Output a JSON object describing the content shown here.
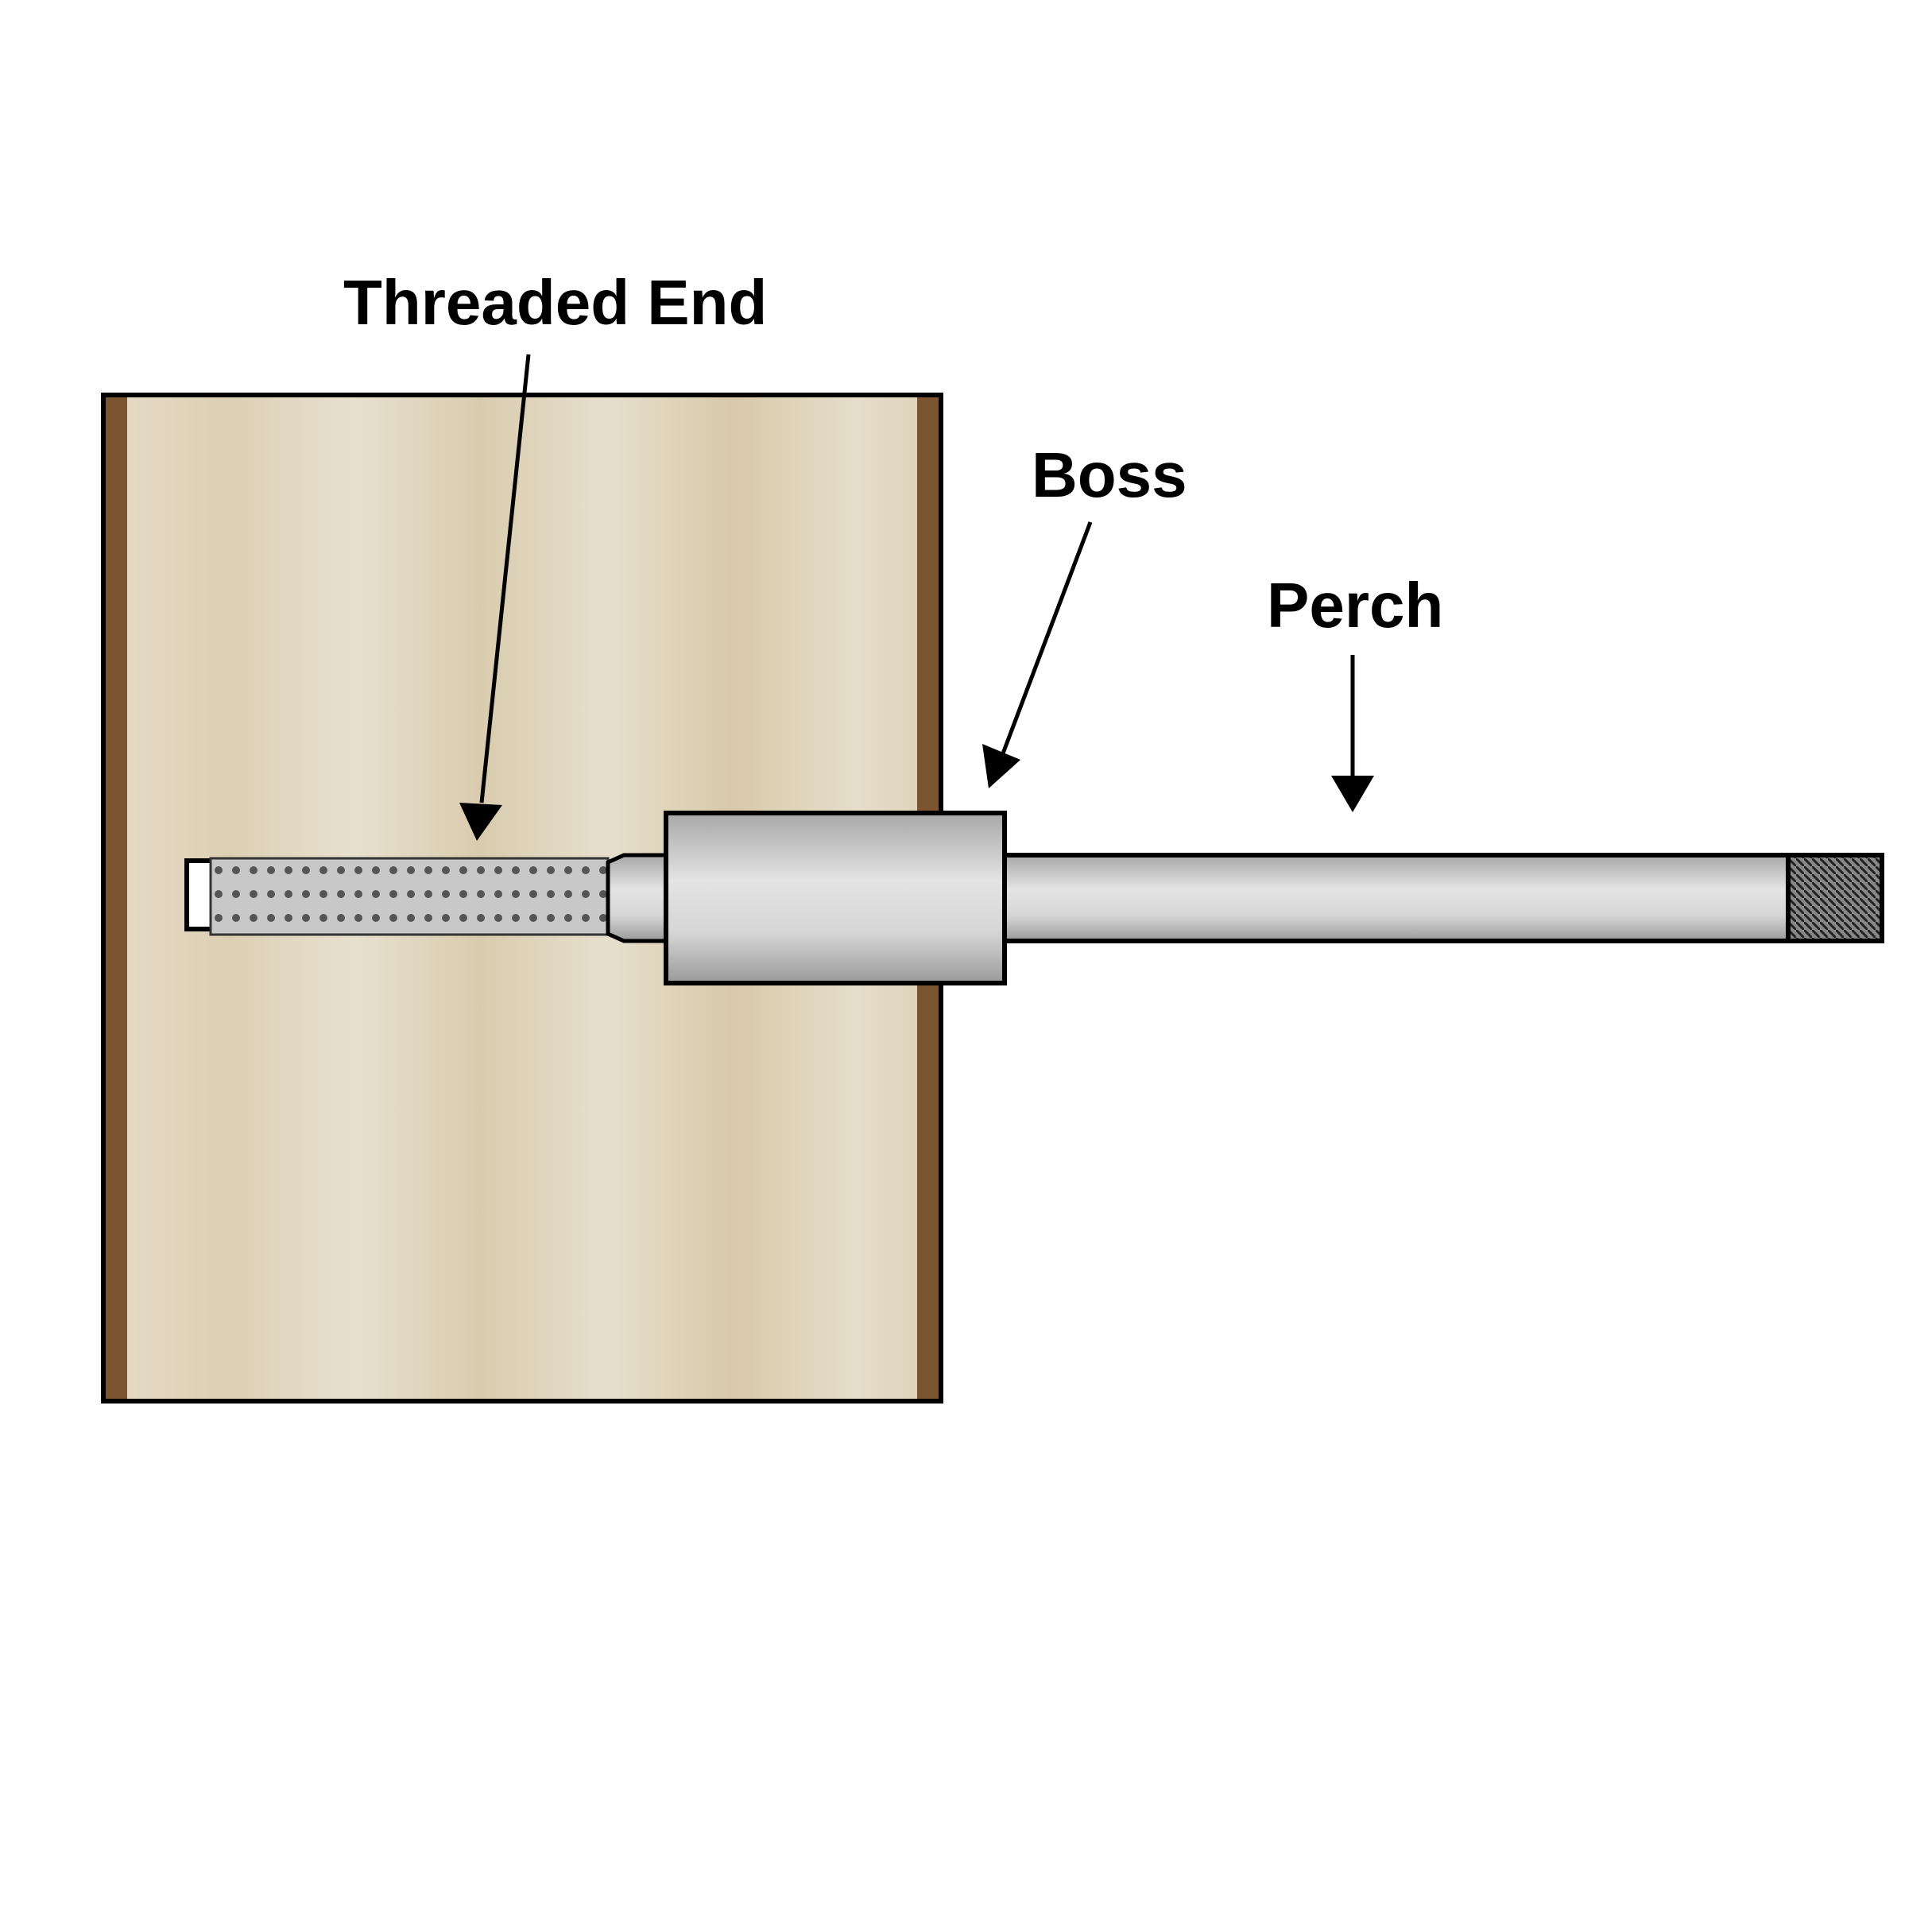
{
  "labels": {
    "threaded_end": "Threaded End",
    "boss": "Boss",
    "perch": "Perch"
  },
  "colors": {
    "wood": "#e2d7c1",
    "wood_edge": "#7a5530",
    "metal": "#d4d4d4",
    "outline": "#000000"
  }
}
